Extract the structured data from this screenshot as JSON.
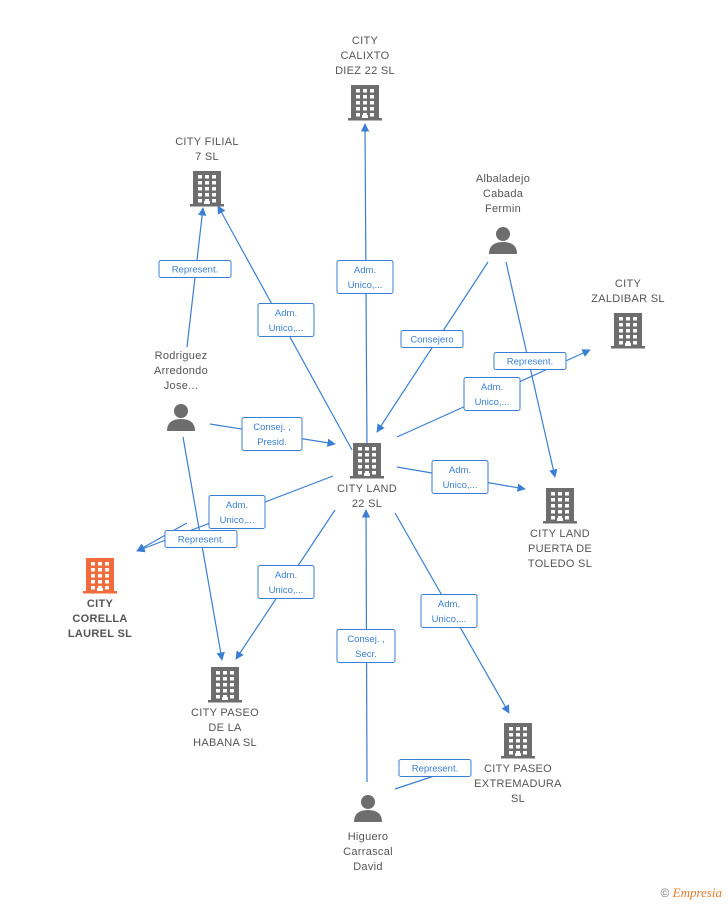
{
  "colors": {
    "edge": "#3b7fd4",
    "company": "#6d6d6d",
    "person": "#6d6d6d",
    "highlight": "#f26b3a"
  },
  "nodes": [
    {
      "id": "city-land-22",
      "type": "company",
      "label": [
        "CITY LAND",
        "22  SL"
      ],
      "highlight": false
    },
    {
      "id": "city-calixto",
      "type": "company",
      "label": [
        "CITY",
        "CALIXTO",
        "DIEZ 22  SL"
      ],
      "highlight": false
    },
    {
      "id": "city-filial",
      "type": "company",
      "label": [
        "CITY FILIAL",
        "7  SL"
      ],
      "highlight": false
    },
    {
      "id": "albaladejo",
      "type": "person",
      "label": [
        "Albaladejo",
        "Cabada",
        "Fermin"
      ],
      "highlight": false
    },
    {
      "id": "city-zaldibar",
      "type": "company",
      "label": [
        "CITY",
        "ZALDIBAR  SL"
      ],
      "highlight": false
    },
    {
      "id": "rodriguez",
      "type": "person",
      "label": [
        "Rodriguez",
        "Arredondo",
        "Jose..."
      ],
      "highlight": false
    },
    {
      "id": "city-land-toledo",
      "type": "company",
      "label": [
        "CITY LAND",
        "PUERTA DE",
        "TOLEDO  SL"
      ],
      "highlight": false
    },
    {
      "id": "city-corella",
      "type": "company",
      "label": [
        "CITY",
        "CORELLA",
        "LAUREL  SL"
      ],
      "highlight": true
    },
    {
      "id": "city-habana",
      "type": "company",
      "label": [
        "CITY PASEO",
        "DE LA",
        "HABANA  SL"
      ],
      "highlight": false
    },
    {
      "id": "city-extremadura",
      "type": "company",
      "label": [
        "CITY PASEO",
        "EXTREMADURA",
        "SL"
      ],
      "highlight": false
    },
    {
      "id": "higuero",
      "type": "person",
      "label": [
        "Higuero",
        "Carrascal",
        "David"
      ],
      "highlight": false
    }
  ],
  "edges": [
    {
      "from": "city-land-22",
      "to": "city-calixto",
      "label": [
        "Adm.",
        "Unico,..."
      ]
    },
    {
      "from": "city-land-22",
      "to": "city-filial",
      "label": [
        "Adm.",
        "Unico,..."
      ]
    },
    {
      "from": "rodriguez",
      "to": "city-filial",
      "label": [
        "Represent."
      ]
    },
    {
      "from": "albaladejo",
      "to": "city-land-22",
      "label": [
        "Consejero"
      ]
    },
    {
      "from": "albaladejo",
      "to": "city-land-toledo",
      "label": [
        "Represent."
      ]
    },
    {
      "from": "city-land-22",
      "to": "city-zaldibar",
      "label": [
        "Adm.",
        "Unico,..."
      ]
    },
    {
      "from": "rodriguez",
      "to": "city-land-22",
      "label": [
        "Consej. ,",
        "Presid."
      ]
    },
    {
      "from": "city-land-22",
      "to": "city-land-toledo",
      "label": [
        "Adm.",
        "Unico,..."
      ]
    },
    {
      "from": "city-land-22",
      "to": "city-corella",
      "label": [
        "Adm.",
        "Unico,..."
      ]
    },
    {
      "from": "rodriguez",
      "to": "city-corella",
      "label": [
        "Represent."
      ]
    },
    {
      "from": "rodriguez",
      "to": "city-habana",
      "label": []
    },
    {
      "from": "city-land-22",
      "to": "city-habana",
      "label": [
        "Adm.",
        "Unico,..."
      ]
    },
    {
      "from": "higuero",
      "to": "city-land-22",
      "label": [
        "Consej. ,",
        "Secr."
      ]
    },
    {
      "from": "city-land-22",
      "to": "city-extremadura",
      "label": [
        "Adm.",
        "Unico,..."
      ]
    },
    {
      "from": "higuero",
      "to": "city-extremadura",
      "label": [
        "Represent."
      ]
    }
  ],
  "footer": {
    "copyright": "©",
    "brand": "Empresia"
  }
}
